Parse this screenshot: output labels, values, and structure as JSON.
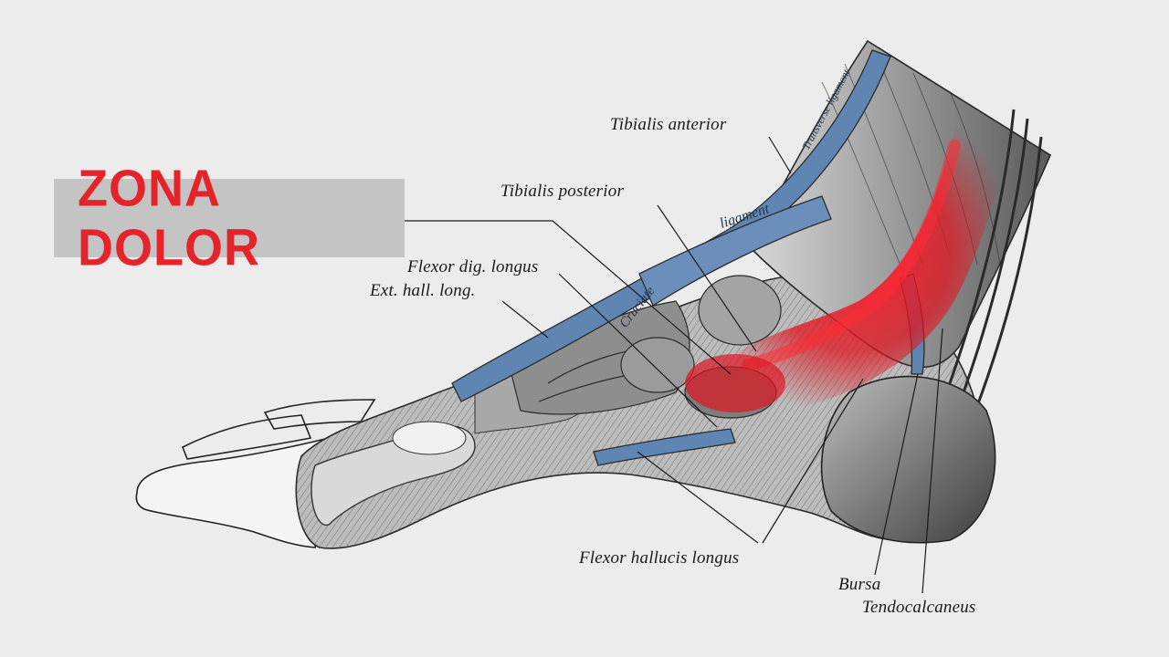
{
  "callout": {
    "text": "ZONA DOLOR"
  },
  "labels": {
    "tibialis_anterior": "Tibialis anterior",
    "tibialis_posterior": "Tibialis posterior",
    "flexor_dig_longus": "Flexor dig. longus",
    "ext_hall_long": "Ext. hall. long.",
    "flexor_hallucis_longus": "Flexor hallucis longus",
    "bursa": "Bursa",
    "tendocalcaneus": "Tendocalcaneus",
    "cruciate": "Cruciate",
    "ligament": "ligament",
    "transverse_ligament": "Transverse ligament"
  },
  "colors": {
    "background": "#ececec",
    "callout_bg": "#c4c4c4",
    "callout_text": "#e5232b",
    "tendon_sheath": "#5f86b3",
    "pain_highlight": "#e0151f"
  }
}
